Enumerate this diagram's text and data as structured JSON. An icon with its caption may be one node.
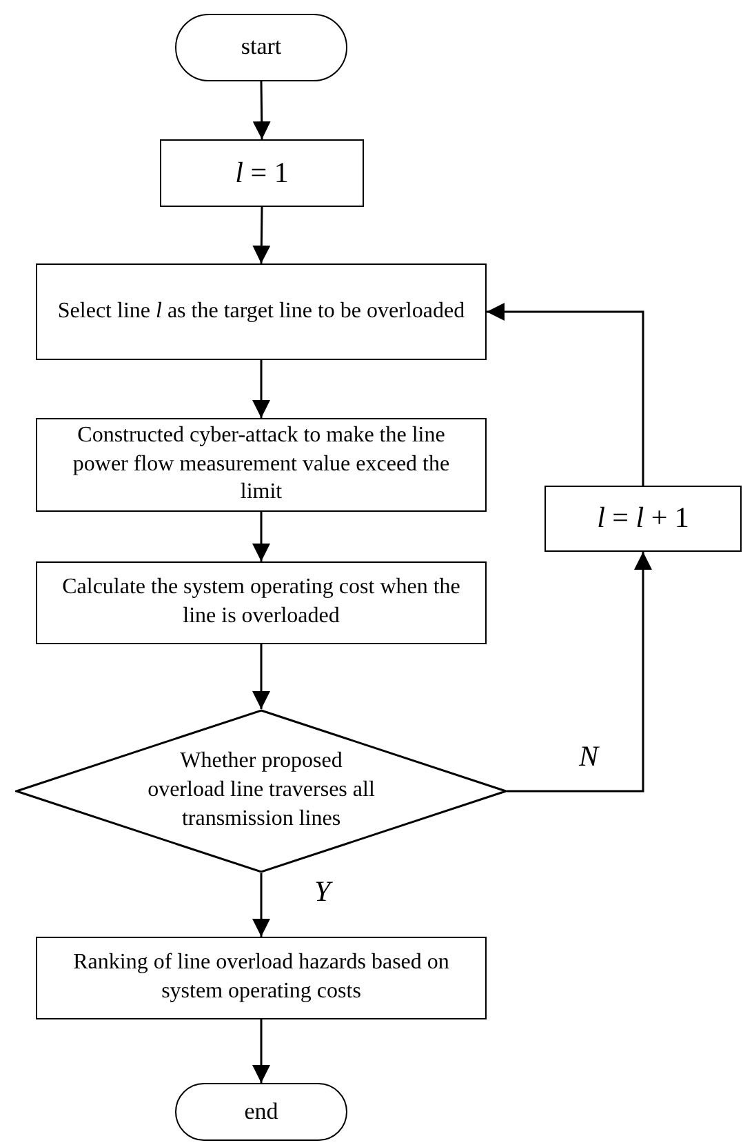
{
  "diagram": {
    "nodes": [
      {
        "text": [
          "start"
        ]
      },
      {
        "text": [
          "*l* = 1"
        ]
      },
      {
        "text": [
          "Select line *l* as the target line to be overloaded"
        ]
      },
      {
        "text": [
          "Constructed cyber-attack to make the line power flow measurement value exceed the limit"
        ]
      },
      {
        "text": [
          "*l* = *l* + 1"
        ]
      },
      {
        "text": [
          "Calculate the system operating cost when the line is overloaded"
        ]
      },
      {
        "text": [
          "Whether proposed overload line traverses all transmission lines"
        ]
      },
      {
        "text": [
          "Ranking of line overload hazards based on system operating costs"
        ]
      },
      {
        "text": [
          "end"
        ]
      }
    ],
    "edges": [
      {
        "from": 0,
        "to": 1,
        "arrow": "to"
      },
      {
        "from": 1,
        "to": 2,
        "arrow": "to"
      },
      {
        "from": 2,
        "to": 3,
        "arrow": "to"
      },
      {
        "from": 3,
        "to": 5,
        "arrow": "to"
      },
      {
        "from": 5,
        "to": 6,
        "arrow": "to"
      },
      {
        "from": 6,
        "to": 4,
        "arrow": "to",
        "label": "N"
      },
      {
        "from": 4,
        "to": 2,
        "arrow": "to"
      },
      {
        "from": 6,
        "to": 7,
        "arrow": "to",
        "label": "Y"
      },
      {
        "from": 7,
        "to": 8,
        "arrow": "to"
      }
    ]
  }
}
